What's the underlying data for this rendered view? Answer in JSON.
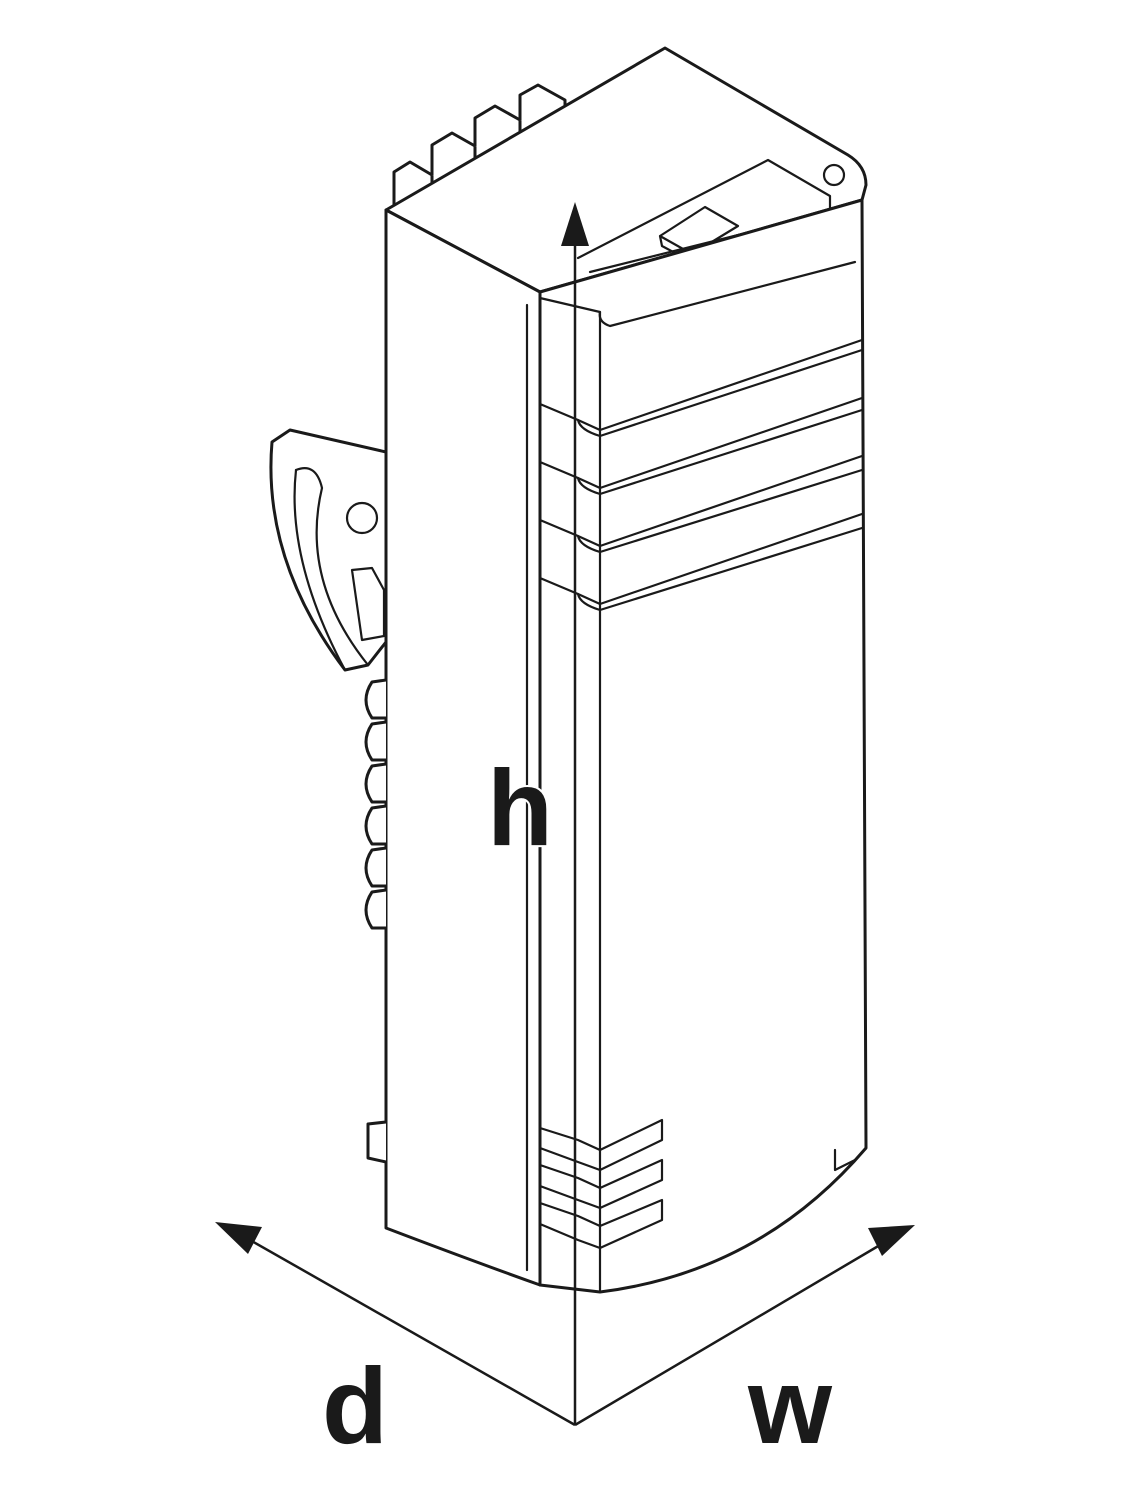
{
  "labels": {
    "height": "h",
    "depth": "d",
    "width": "w"
  }
}
